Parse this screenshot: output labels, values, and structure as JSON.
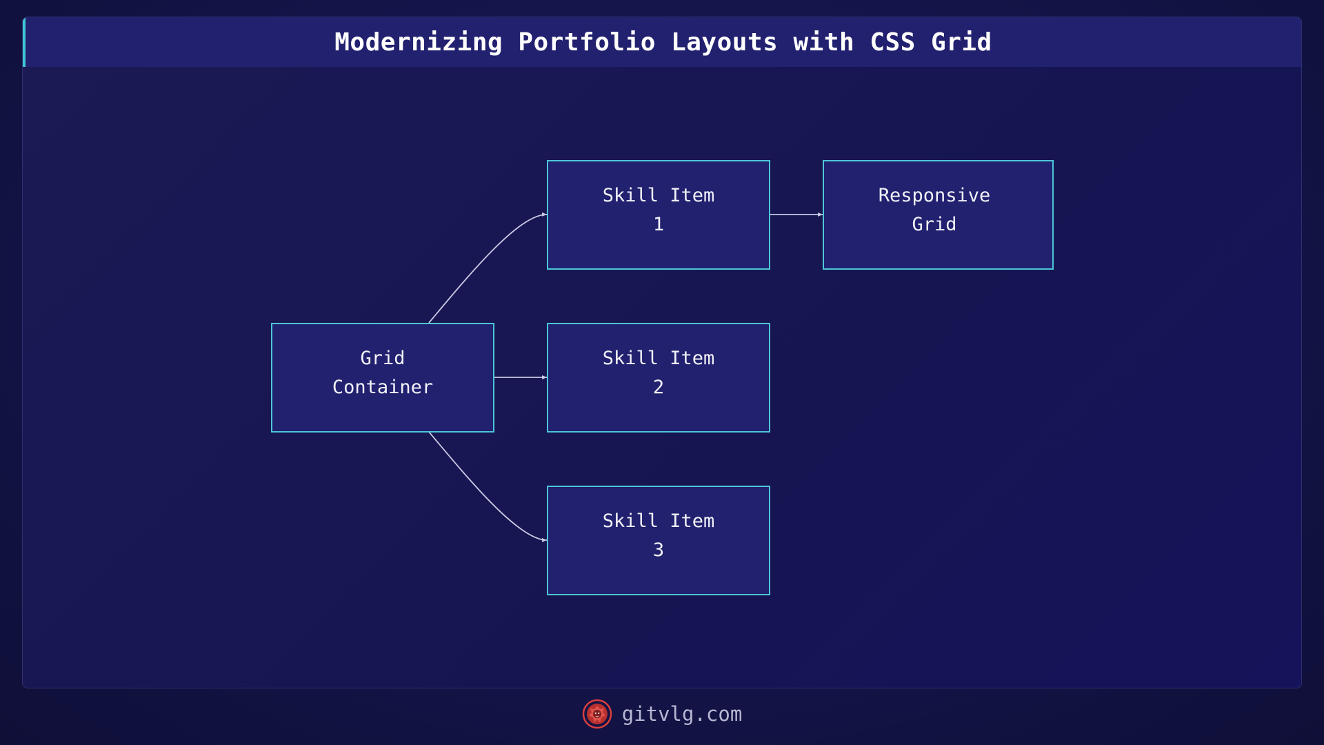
{
  "title": "Modernizing Portfolio Layouts with CSS Grid",
  "colors": {
    "node_fill": "#22216f",
    "node_border": "#4cc6d6",
    "accent": "#3cc8d2",
    "edge": "#c9cbe3",
    "logo": "#d9403e"
  },
  "nodes": [
    {
      "id": "grid-container",
      "lines": [
        "Grid",
        "Container"
      ]
    },
    {
      "id": "skill-item-1",
      "lines": [
        "Skill Item",
        "1"
      ]
    },
    {
      "id": "skill-item-2",
      "lines": [
        "Skill Item",
        "2"
      ]
    },
    {
      "id": "skill-item-3",
      "lines": [
        "Skill Item",
        "3"
      ]
    },
    {
      "id": "responsive-grid",
      "lines": [
        "Responsive",
        "Grid"
      ]
    }
  ],
  "edges": [
    {
      "from": "grid-container",
      "to": "skill-item-1"
    },
    {
      "from": "grid-container",
      "to": "skill-item-2"
    },
    {
      "from": "grid-container",
      "to": "skill-item-3"
    },
    {
      "from": "skill-item-1",
      "to": "responsive-grid"
    }
  ],
  "footer": {
    "site": "gitvlg.com",
    "logo_icon": "lion-logo-icon"
  }
}
